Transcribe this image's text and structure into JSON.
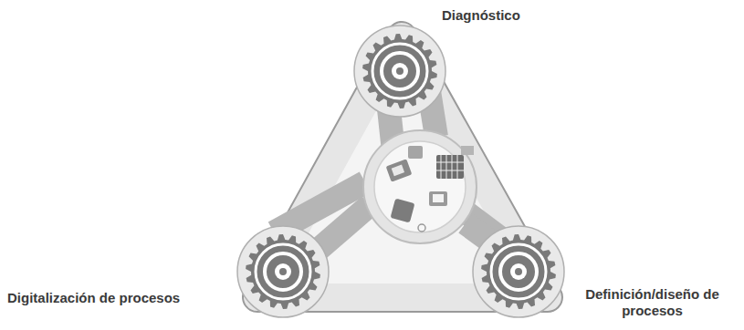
{
  "diagram": {
    "labels": [
      "Diagnóstico",
      "Digitalización de procesos",
      "Definición/diseño de procesos"
    ]
  }
}
